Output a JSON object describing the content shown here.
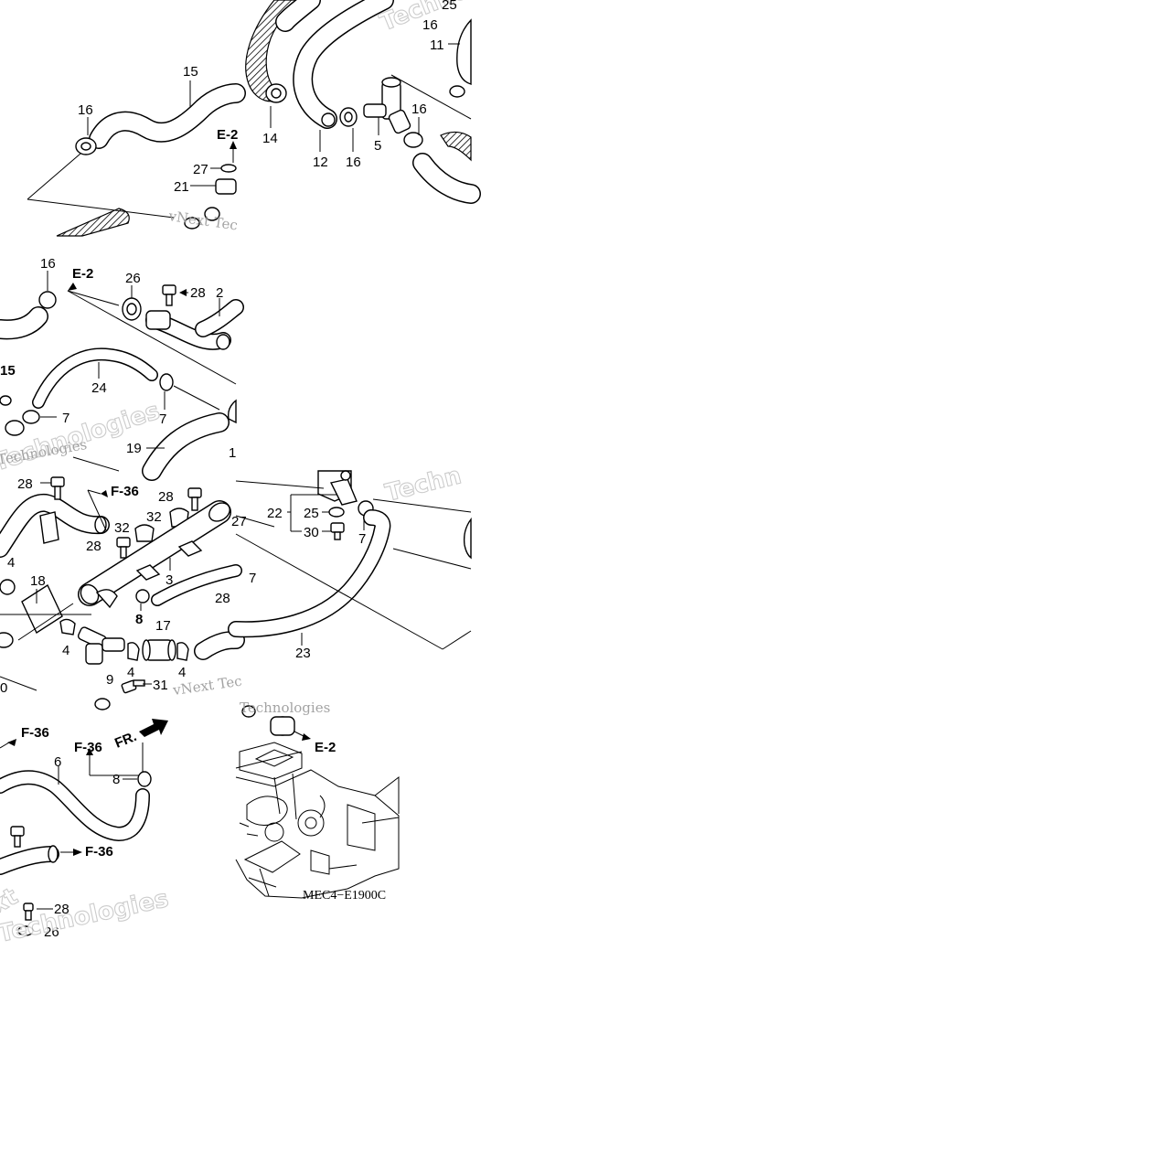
{
  "diagram": {
    "code": "MEC4−E1900C",
    "direction_label": "FR.",
    "callouts": {
      "c1": "15",
      "c2": "16",
      "c3": "E-2",
      "c4": "27",
      "c5": "21",
      "c6": "16",
      "c7": "11",
      "c8": "14",
      "c9": "12",
      "c10": "16",
      "c11": "5",
      "c12": "16",
      "c13": "25",
      "c14": "16",
      "c15": "E-2",
      "c16": "26",
      "c17": "28",
      "c18": "2",
      "c19": "15",
      "c20": "24",
      "c21": "7",
      "c22": "7",
      "c23": "19",
      "c24": "1",
      "c25": "28",
      "c26": "F-36",
      "c27": "28",
      "c28": "32",
      "c29": "32",
      "c30": "28",
      "c31": "4",
      "c32": "18",
      "c33": "3",
      "c34": "7",
      "c35": "28",
      "c36": "8",
      "c37": "17",
      "c38": "4",
      "c39": "4",
      "c40": "4",
      "c41": "9",
      "c42": "31",
      "c43": "0",
      "c44": "22",
      "c45": "25",
      "c46": "30",
      "c47": "7",
      "c48": "27",
      "c49": "23",
      "c50": "F-36",
      "c51": "F-36",
      "c52": "6",
      "c53": "8",
      "c54": "F-36",
      "c55": "28",
      "c56": "26",
      "c57": "E-2"
    },
    "watermarks": {
      "w1": "Techno",
      "w2": "Technologies",
      "w3": "Techn",
      "w4": "vNext Tec",
      "w5": "Technologies",
      "w6": "vNext Tec",
      "w7": "Technologies",
      "w8": "xt",
      "w9": "Technologies"
    }
  }
}
